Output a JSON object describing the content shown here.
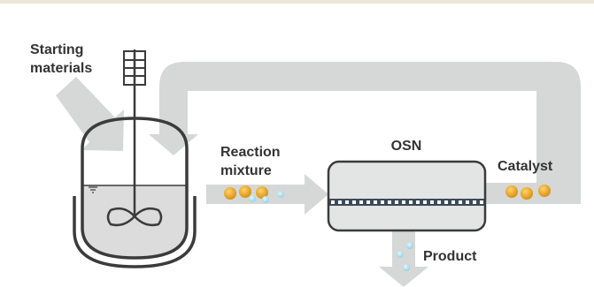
{
  "labels": {
    "starting_materials_line1": "Starting",
    "starting_materials_line2": "materials",
    "reaction_mixture_line1": "Reaction",
    "reaction_mixture_line2": "mixture",
    "osn": "OSN",
    "catalyst": "Catalyst",
    "product": "Product"
  },
  "colors": {
    "arrow": "#d5d8d6",
    "reactor_outline": "#3b3b3b",
    "liquid": "#dcdcdc",
    "catalyst_particle": "#e8a21a",
    "product_particle": "#a9dcea",
    "membrane": "#3b4a5a",
    "osn_fill": "#e3e5e4"
  }
}
